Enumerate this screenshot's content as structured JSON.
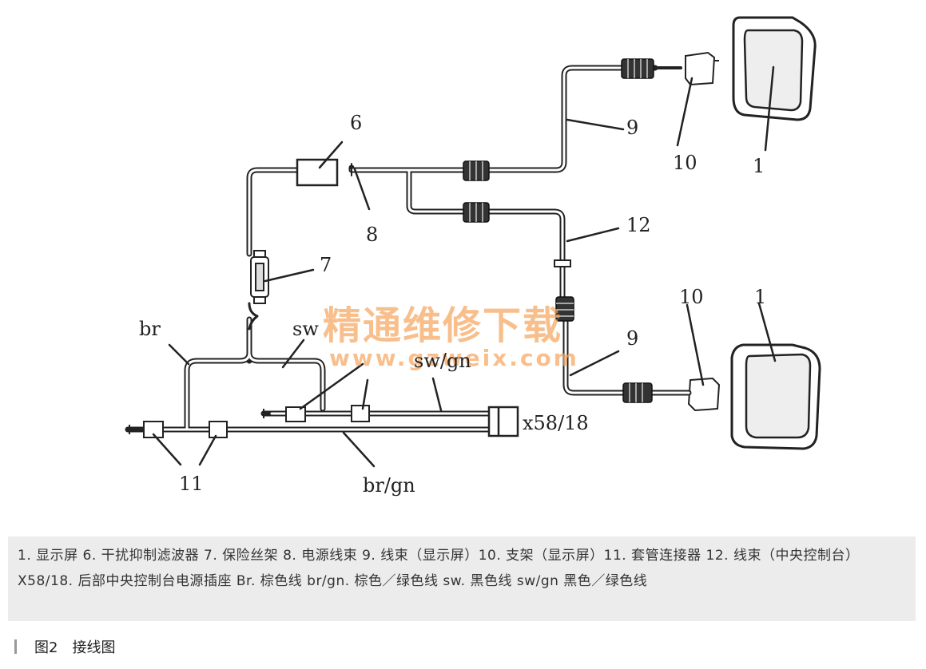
{
  "diagram": {
    "labels": {
      "l6": "6",
      "l8": "8",
      "l9a": "9",
      "l9b": "9",
      "l10a": "10",
      "l10b": "10",
      "l1a": "1",
      "l1b": "1",
      "l7": "7",
      "l12": "12",
      "br": "br",
      "sw": "sw",
      "swgn": "sw/gn",
      "x58": "x58/18",
      "l11": "11",
      "brgn": "br/gn"
    },
    "watermark": {
      "title": "精通维修下载",
      "url": "www.gzweix.com"
    }
  },
  "legend": {
    "text": "1. 显示屏 6. 干扰抑制滤波器 7. 保险丝架 8. 电源线束 9. 线束（显示屏）10. 支架（显示屏）11. 套管连接器 12. 线束（中央控制台）X58/18. 后部中央控制台电源插座 Br. 棕色线 br/gn. 棕色／绿色线 sw. 黑色线 sw/gn 黑色／绿色线"
  },
  "caption": {
    "figure": "图2",
    "title": "接线图"
  }
}
